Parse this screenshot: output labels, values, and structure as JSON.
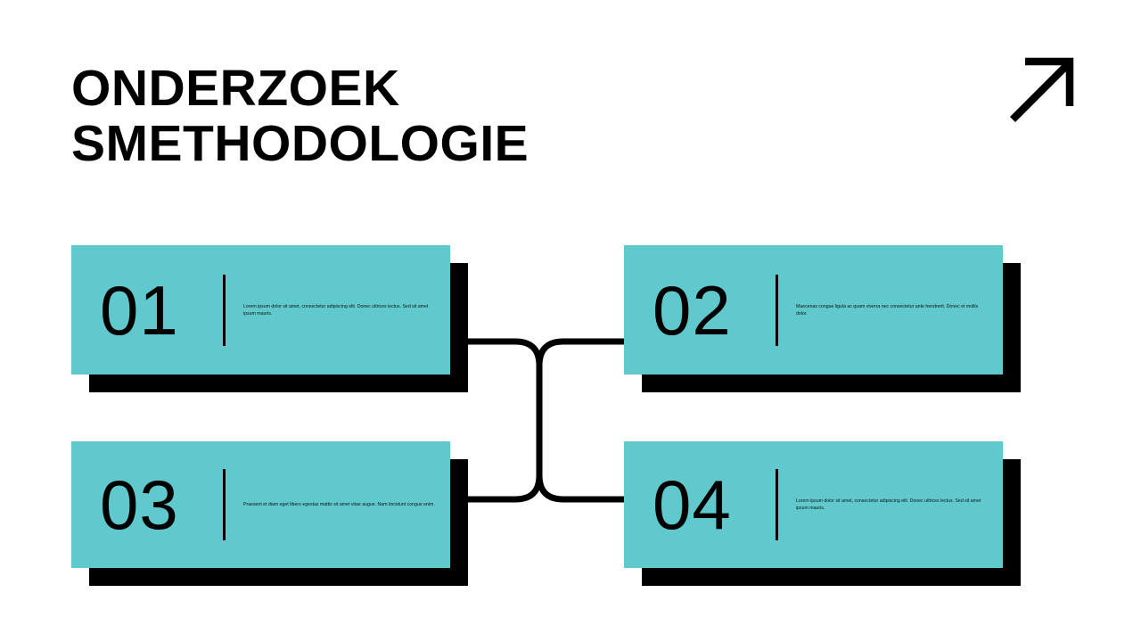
{
  "slide": {
    "background_color": "#FFFFFF",
    "accent_color": "#5FC9CE",
    "shadow_color": "#000000",
    "title_line_1": "ONDERZOEK",
    "title_line_2": "SMETHODOLOGIE"
  },
  "decor": {
    "arrow_icon_name": "arrow-up-right-icon"
  },
  "cards": [
    {
      "number": "01",
      "text": "Lorem ipsum dolor sit amet, consectetur adipiscing elit. Donec ultrices lectus. Sed sit amet ipsum mauris."
    },
    {
      "number": "02",
      "text": "Maecenas congue ligula ac quam viverra nec consectetur ante hendrerit. Donec et mollis dolor."
    },
    {
      "number": "03",
      "text": "Praesent et diam eget libero egestas mattis sit amet vitae augue. Nam tincidunt congue enim."
    },
    {
      "number": "04",
      "text": "Lorem ipsum dolor sit amet, consectetur adipiscing elit. Donec ultrices lectus. Sed sit amet ipsum mauris."
    }
  ]
}
